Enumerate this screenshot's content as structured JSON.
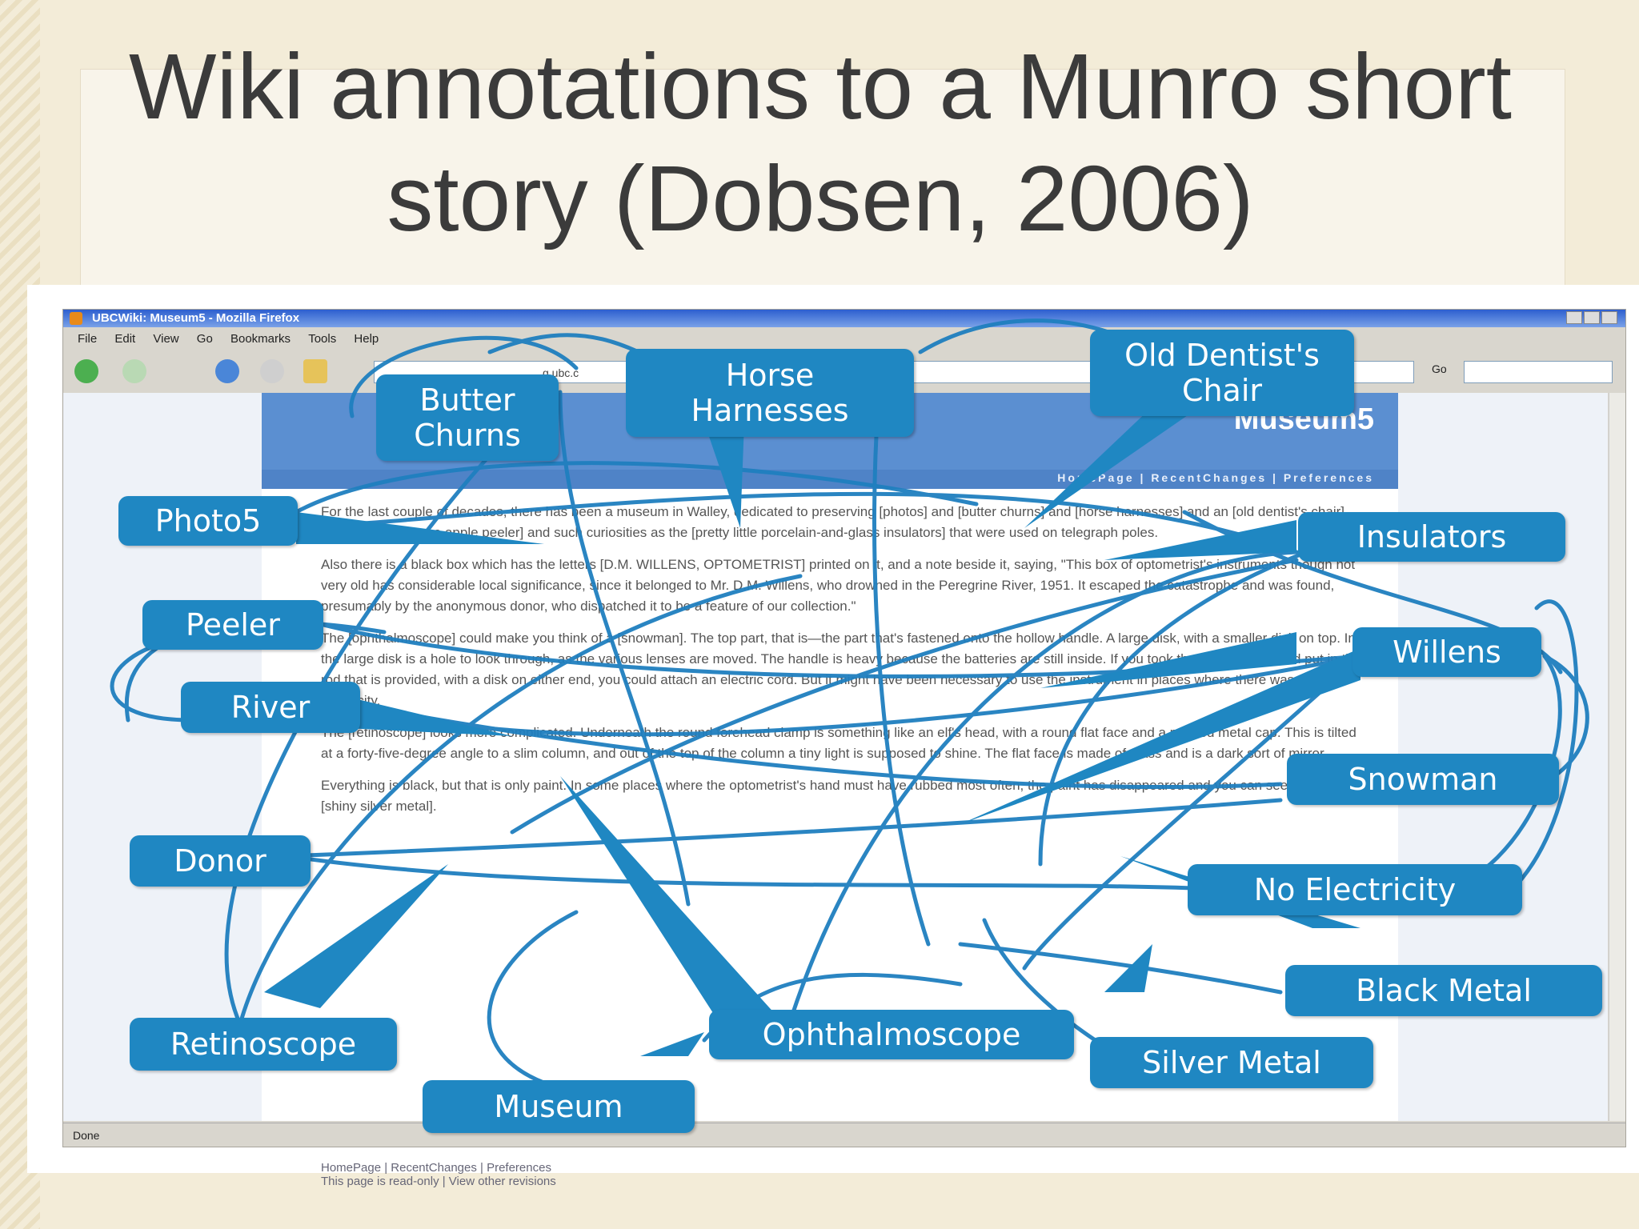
{
  "slide": {
    "title_line1": "Wiki annotations to a Munro short",
    "title_line2": "story (Dobsen, 2006)"
  },
  "browser": {
    "window_title": "UBCWiki: Museum5 - Mozilla Firefox",
    "menu": [
      "File",
      "Edit",
      "View",
      "Go",
      "Bookmarks",
      "Tools",
      "Help"
    ],
    "address": "g.ubc.c",
    "go_label": "Go",
    "status": "Done"
  },
  "wiki": {
    "title": "Museum5",
    "nav": "HomePage | RecentChanges | Preferences",
    "paragraphs": [
      "For the last couple of decades, there has been a museum in Walley, dedicated to preserving [photos] and [butter churns] and [horse harnesses] and an [old dentist's chair] and a [cumbersome apple peeler] and such curiosities as the [pretty little porcelain-and-glass insulators] that were used on telegraph poles.",
      "Also there is a black box which has the letters [D.M. WILLENS, OPTOMETRIST] printed on it, and a note beside it, saying, \"This box of optometrist's instruments though not very old has considerable local significance, since it belonged to Mr. D.M. Willens, who drowned in the Peregrine River, 1951. It escaped the catastrophe and was found, presumably by the anonymous donor, who dispatched it to be a feature of our collection.\"",
      "The [ophthalmoscope] could make you think of a [snowman]. The top part, that is—the part that's fastened onto the hollow handle. A large disk, with a smaller disk on top. In the large disk is a hole to look through, as the various lenses are moved. The handle is heavy because the batteries are still inside. If you took the batteries out and put in the rod that is provided, with a disk on either end, you could attach an electric cord. But it might have been necessary to use the instrument in places where there wasn't any electricity.",
      "The [retinoscope] looks more complicated. Underneath the round forehead clamp is something like an elf's head, with a round flat face and a pointed metal cap. This is tilted at a forty-five-degree angle to a slim column, and out of the top of the column a tiny light is supposed to shine. The flat face is made of glass and is a dark sort of mirror.",
      "Everything is black, but that is only paint. In some places where the optometrist's hand must have rubbed most often, the paint has disappeared and you can see a patch of [shiny silver metal]."
    ],
    "footer": "HomePage | RecentChanges | Preferences",
    "footer2": "This page is read-only | View other revisions"
  },
  "callouts": [
    {
      "key": "butter",
      "label": "Butter\nChurns"
    },
    {
      "key": "horse",
      "label": "Horse\nHarnesses"
    },
    {
      "key": "dentist",
      "label": "Old Dentist's\nChair"
    },
    {
      "key": "photo5",
      "label": "Photo5"
    },
    {
      "key": "insulators",
      "label": "Insulators"
    },
    {
      "key": "peeler",
      "label": "Peeler"
    },
    {
      "key": "willens",
      "label": "Willens"
    },
    {
      "key": "river",
      "label": "River"
    },
    {
      "key": "snowman",
      "label": "Snowman"
    },
    {
      "key": "donor",
      "label": "Donor"
    },
    {
      "key": "noelec",
      "label": "No Electricity"
    },
    {
      "key": "blackmetal",
      "label": "Black Metal"
    },
    {
      "key": "retinoscope",
      "label": "Retinoscope"
    },
    {
      "key": "ophthalmoscope",
      "label": "Ophthalmoscope"
    },
    {
      "key": "silvermetal",
      "label": "Silver Metal"
    },
    {
      "key": "museum",
      "label": "Museum"
    }
  ],
  "colors": {
    "callout": "#1f87c2",
    "link_lines": "#1f7fbf",
    "slide_bg": "#f3ecd8",
    "title_text": "#3b3b3b"
  }
}
